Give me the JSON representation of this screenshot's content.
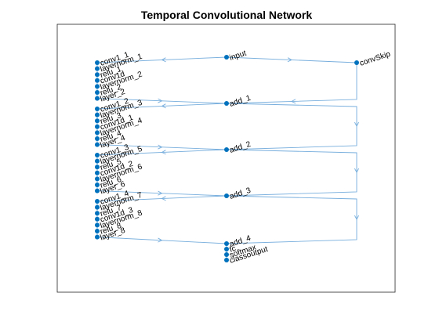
{
  "figure": {
    "title": "Temporal Convolutional Network"
  },
  "colors": {
    "node": "#0072BD",
    "edge": "#77AEDD",
    "axes": "#262626"
  },
  "nodes": [
    "input",
    "convSkip",
    "conv1_1",
    "layernorm_1",
    "relu_1",
    "conv1d",
    "layernorm_2",
    "relu_2",
    "layer_2",
    "add_1",
    "conv1_2",
    "layernorm_3",
    "relu_3",
    "conv1d_1",
    "layernorm_4",
    "relu_4",
    "layer_4",
    "add_2",
    "conv1_3",
    "layernorm_5",
    "relu_5",
    "conv1d_2",
    "layernorm_6",
    "relu_6",
    "layer_6",
    "add_3",
    "conv1_4",
    "layernorm_7",
    "relu_7",
    "conv1d_3",
    "layernorm_8",
    "relu_8",
    "layer_8",
    "add_4",
    "fc",
    "softmax",
    "classoutput"
  ],
  "edges": [
    [
      "input",
      "conv1_1"
    ],
    [
      "input",
      "convSkip"
    ],
    [
      "conv1_1",
      "layernorm_1"
    ],
    [
      "layernorm_1",
      "relu_1"
    ],
    [
      "relu_1",
      "conv1d"
    ],
    [
      "conv1d",
      "layernorm_2"
    ],
    [
      "layernorm_2",
      "relu_2"
    ],
    [
      "relu_2",
      "layer_2"
    ],
    [
      "layer_2",
      "add_1"
    ],
    [
      "convSkip",
      "add_1"
    ],
    [
      "add_1",
      "conv1_2"
    ],
    [
      "add_1",
      "add_2"
    ],
    [
      "conv1_2",
      "layernorm_3"
    ],
    [
      "layernorm_3",
      "relu_3"
    ],
    [
      "relu_3",
      "conv1d_1"
    ],
    [
      "conv1d_1",
      "layernorm_4"
    ],
    [
      "layernorm_4",
      "relu_4"
    ],
    [
      "relu_4",
      "layer_4"
    ],
    [
      "layer_4",
      "add_2"
    ],
    [
      "add_2",
      "conv1_3"
    ],
    [
      "add_2",
      "add_3"
    ],
    [
      "conv1_3",
      "layernorm_5"
    ],
    [
      "layernorm_5",
      "relu_5"
    ],
    [
      "relu_5",
      "conv1d_2"
    ],
    [
      "conv1d_2",
      "layernorm_6"
    ],
    [
      "layernorm_6",
      "relu_6"
    ],
    [
      "relu_6",
      "layer_6"
    ],
    [
      "layer_6",
      "add_3"
    ],
    [
      "add_3",
      "conv1_4"
    ],
    [
      "add_3",
      "add_4"
    ],
    [
      "conv1_4",
      "layernorm_7"
    ],
    [
      "layernorm_7",
      "relu_7"
    ],
    [
      "relu_7",
      "conv1d_3"
    ],
    [
      "conv1d_3",
      "layernorm_8"
    ],
    [
      "layernorm_8",
      "relu_8"
    ],
    [
      "relu_8",
      "layer_8"
    ],
    [
      "layer_8",
      "add_4"
    ],
    [
      "add_4",
      "fc"
    ],
    [
      "fc",
      "softmax"
    ],
    [
      "softmax",
      "classoutput"
    ]
  ]
}
